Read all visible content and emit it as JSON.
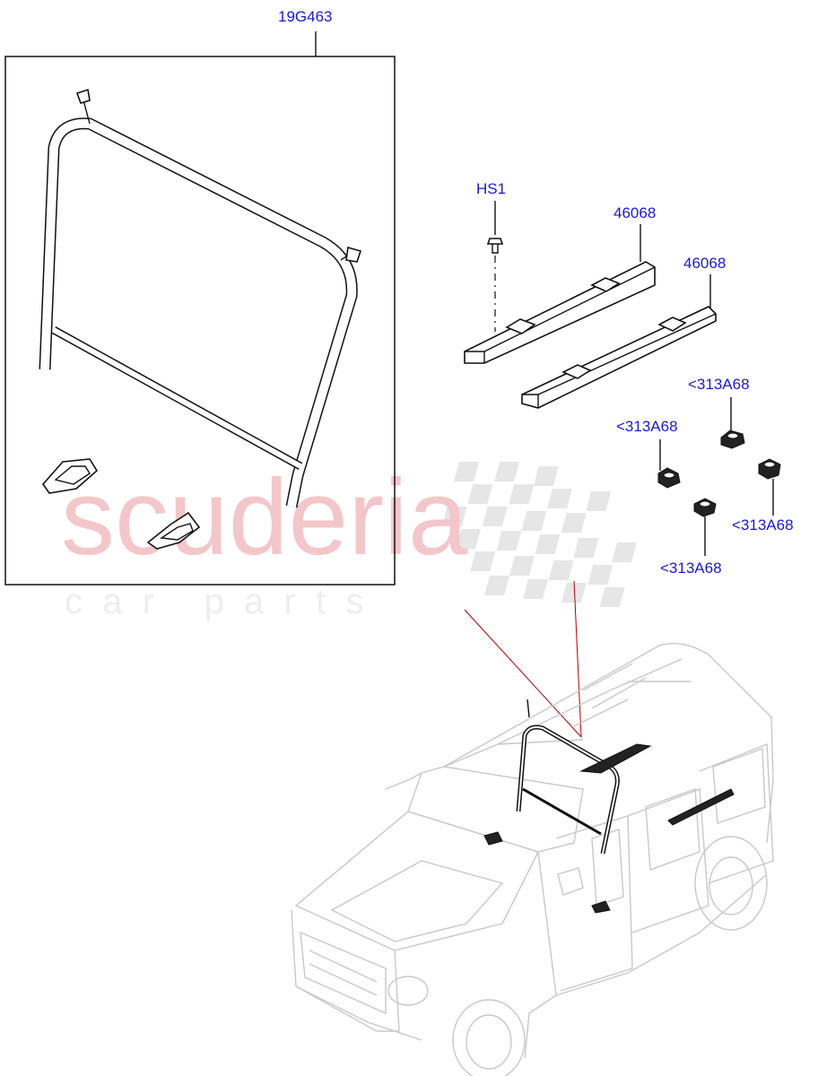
{
  "callouts": {
    "trim": "19G463",
    "screw": "HS1",
    "rail_upper": "46068",
    "rail_lower": "46068",
    "clip_1": "<313A68",
    "clip_2": "<313A68",
    "clip_3": "<313A68",
    "clip_4": "<313A68"
  },
  "watermark": {
    "brand": "scuderia",
    "tagline": "c  a  r     p  a  r  t  s"
  },
  "colors": {
    "label": "#1a1acc",
    "watermark": "#f3c7c9",
    "leader_red": "#b00000"
  }
}
